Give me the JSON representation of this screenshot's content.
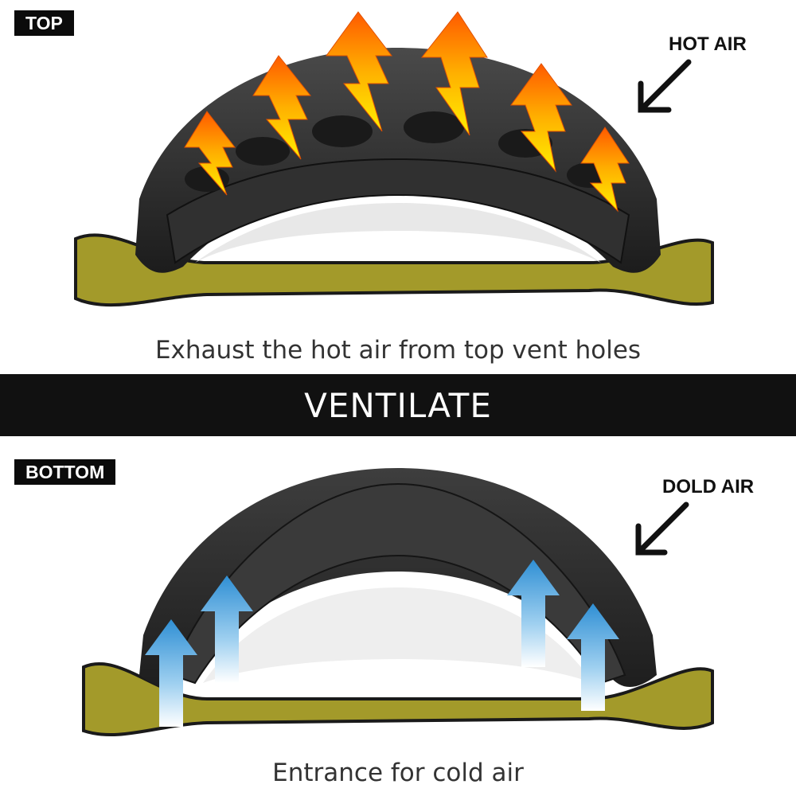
{
  "top": {
    "tag": "TOP",
    "air_label": "HOT AIR",
    "caption": "Exhaust the hot air from top vent holes"
  },
  "banner": {
    "title": "VENTILATE"
  },
  "bottom": {
    "tag": "BOTTOM",
    "air_label": "DOLD AIR",
    "caption": "Entrance for cold air"
  },
  "colors": {
    "banner_bg": "#111111",
    "strap_yellow": "#a39a2a",
    "frame_black": "#262626",
    "hot_arrow_top": "#ff6a00",
    "hot_arrow_bottom": "#ffe600",
    "cold_arrow_top": "#2f8fd4",
    "cold_arrow_bottom": "#ffffff"
  }
}
